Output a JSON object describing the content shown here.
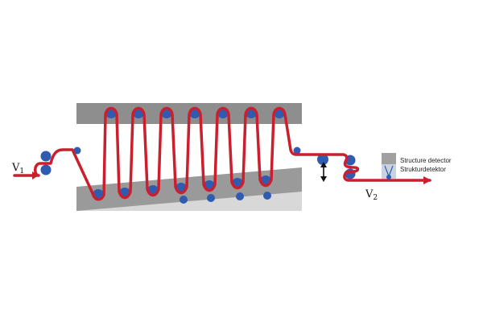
{
  "labels": {
    "v1": "V",
    "v1_sub": "1",
    "v2": "V",
    "v2_sub": "2",
    "detector_en": "Structure detector",
    "detector_de": "Strukturdetektor"
  },
  "colors": {
    "thread": "#cc1f2d",
    "roller": "#2f5bb0",
    "plate_top": "#8e8e8e",
    "plate_bottom_front": "#9a9a9a",
    "plate_bottom_back": "#d8d8d8",
    "detector_box": "#a0a0a0",
    "detector_beam": "#c9d2de",
    "arrow": "#111111"
  }
}
